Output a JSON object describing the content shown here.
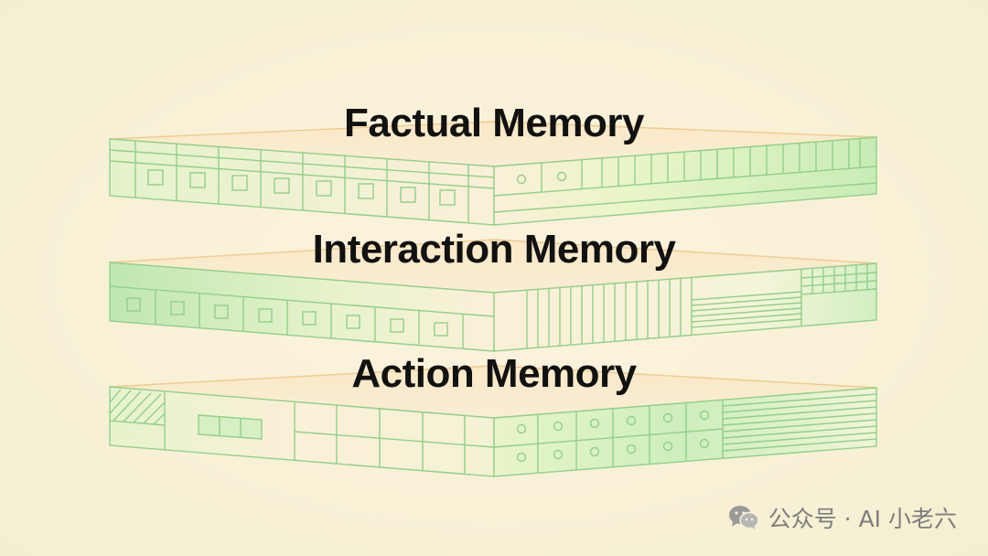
{
  "layers": [
    {
      "title": "Factual Memory"
    },
    {
      "title": "Interaction Memory"
    },
    {
      "title": "Action Memory"
    }
  ],
  "watermark": {
    "text": "公众号 · AI 小老六",
    "icon": "wechat-icon"
  },
  "colors": {
    "background": "#fbf2dc",
    "line_green": "#8fd08a",
    "fill_green": "#cdeec1",
    "top_orange": "#f6d9a8",
    "title_text": "#111111",
    "watermark_text": "#7d7d7d"
  }
}
